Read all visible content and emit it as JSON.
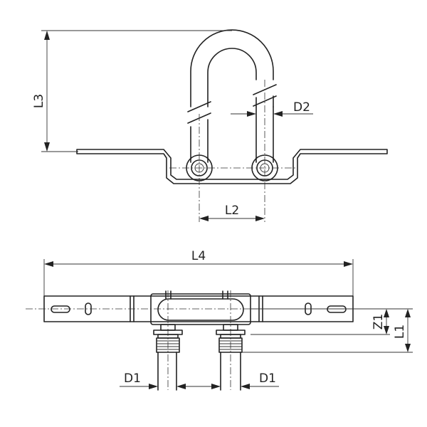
{
  "labels": {
    "l3": "L3",
    "d2": "D2",
    "l2": "L2",
    "l4": "L4",
    "z1": "Z1",
    "l1": "L1",
    "d1_left": "D1",
    "d1_right": "D1"
  }
}
